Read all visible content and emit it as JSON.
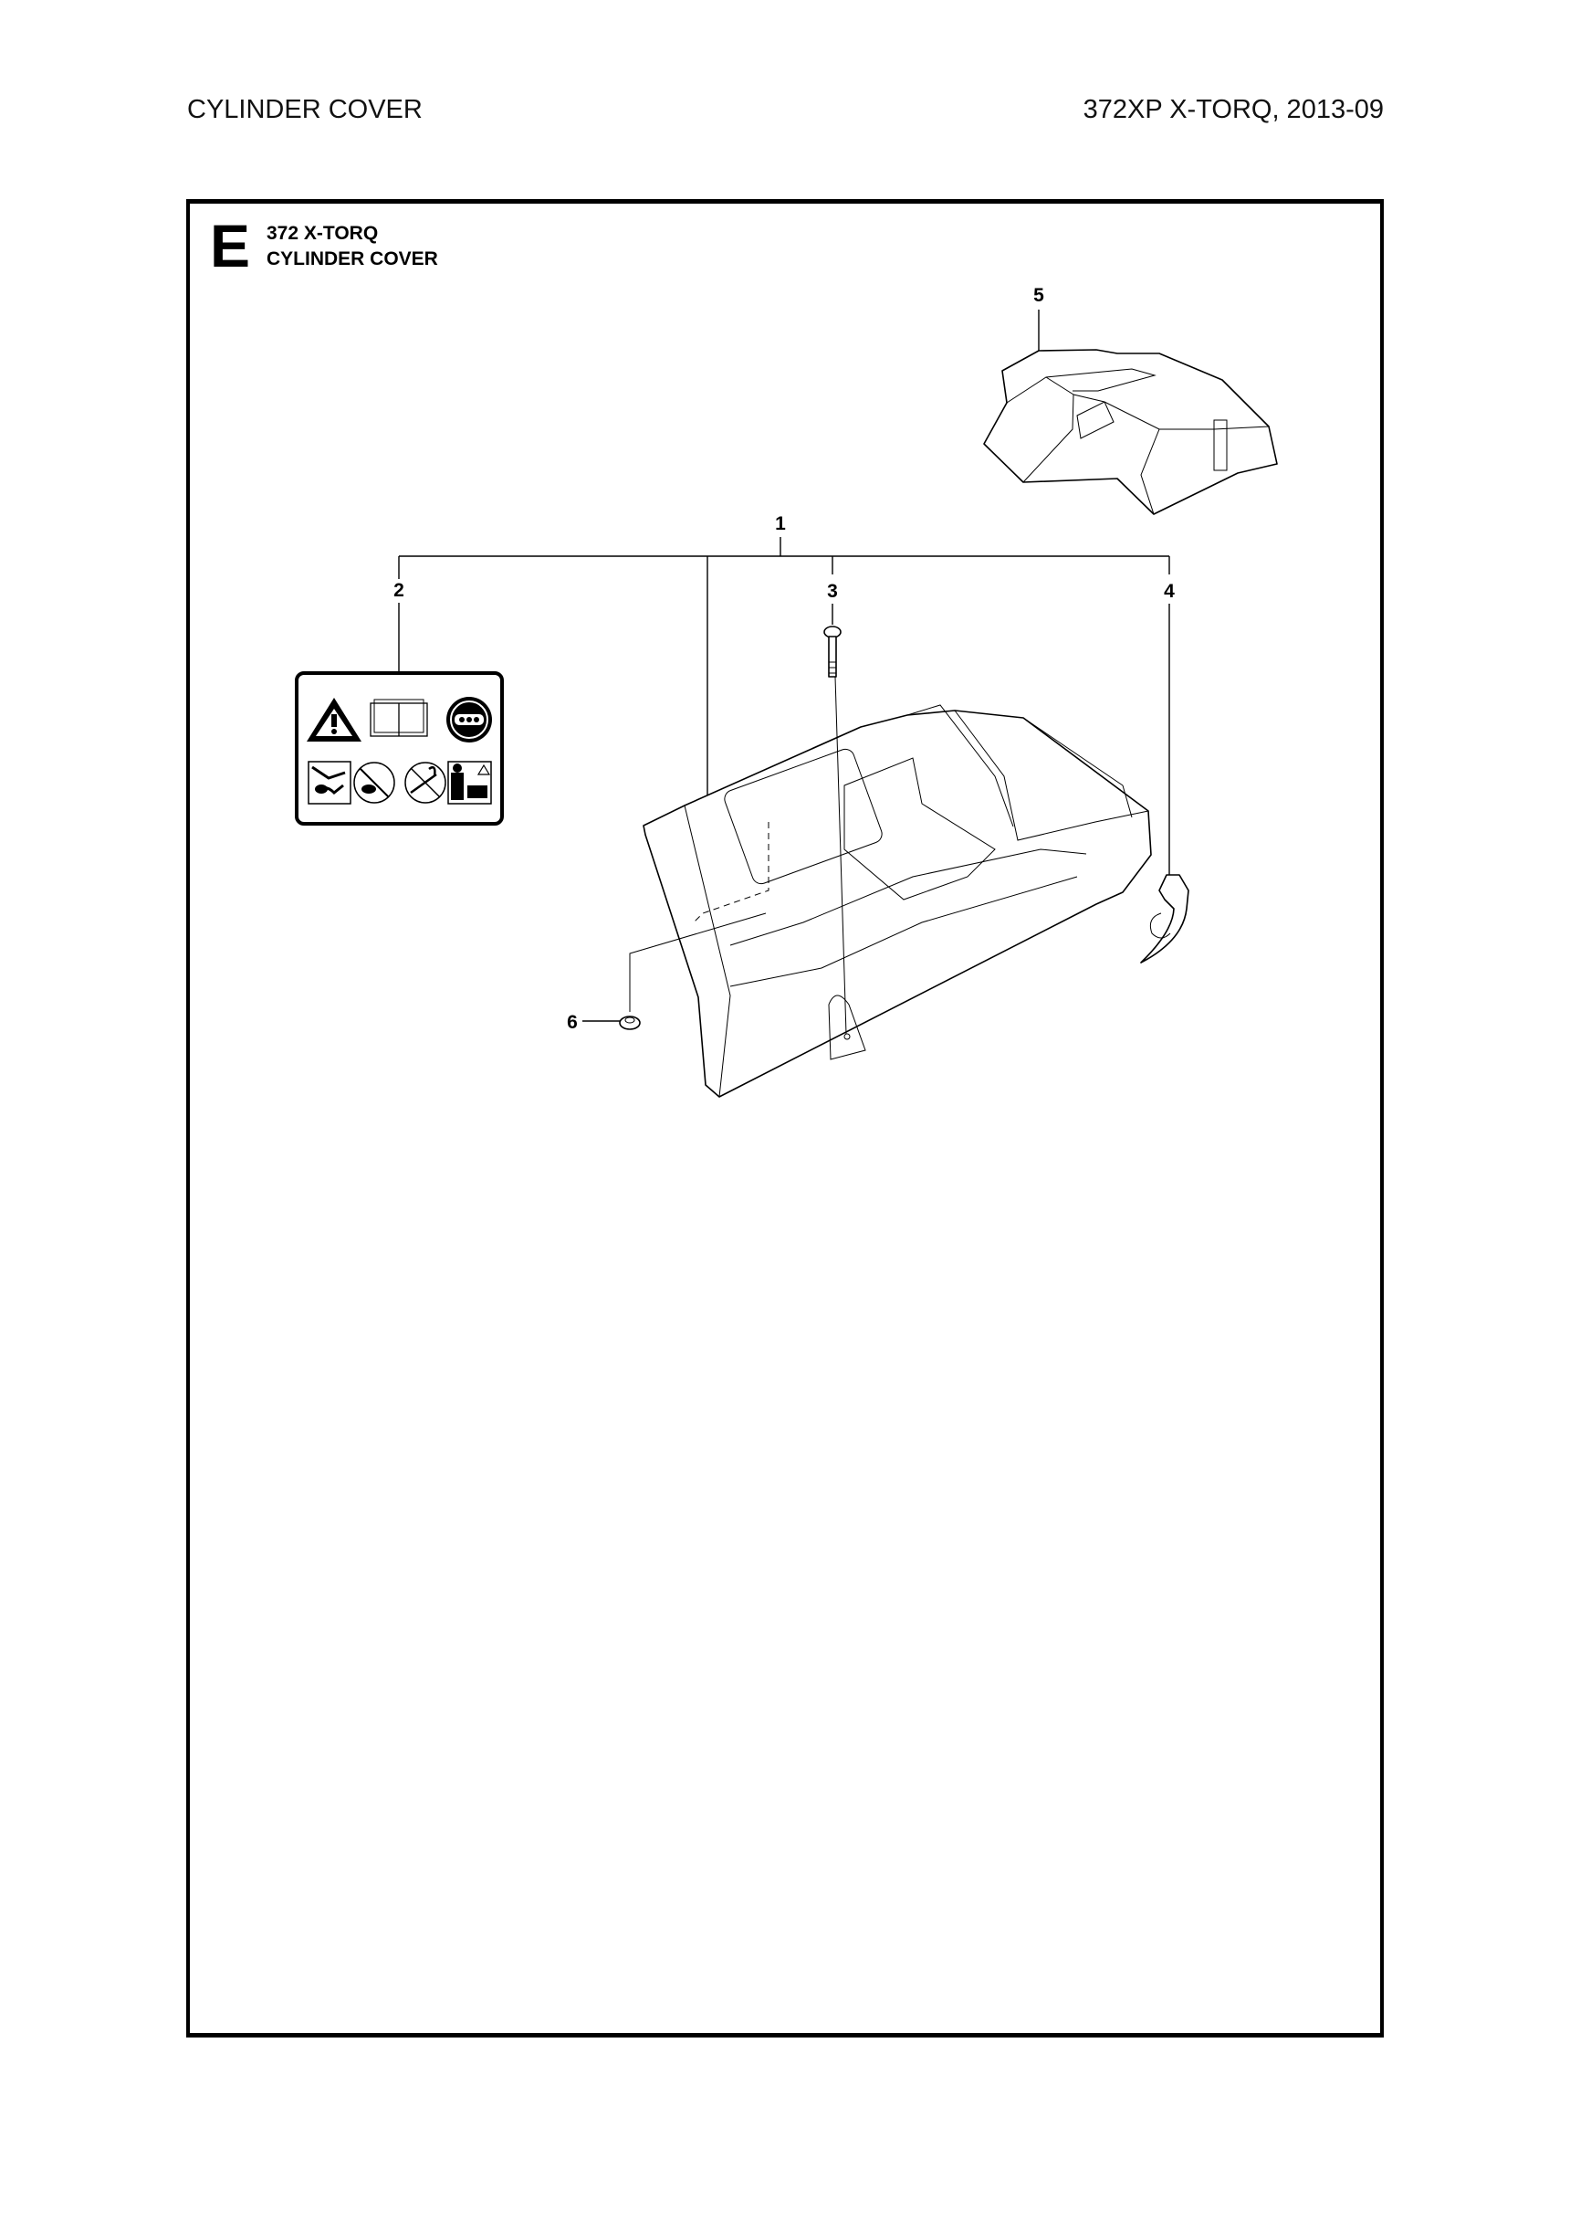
{
  "header": {
    "title": "CYLINDER COVER",
    "model_date": "372XP X-TORQ, 2013-09"
  },
  "section": {
    "letter": "E",
    "model": "372 X-TORQ",
    "title": "CYLINDER COVER"
  },
  "callouts": [
    {
      "number": "1"
    },
    {
      "number": "2"
    },
    {
      "number": "3"
    },
    {
      "number": "4"
    },
    {
      "number": "5"
    },
    {
      "number": "6"
    }
  ],
  "sticker_icons": [
    "warning-triangle-icon",
    "read-manual-icon",
    "protective-gear-icon",
    "two-hand-grip-icon",
    "no-one-hand-icon",
    "kickback-warning-icon",
    "operator-warning-icon"
  ]
}
